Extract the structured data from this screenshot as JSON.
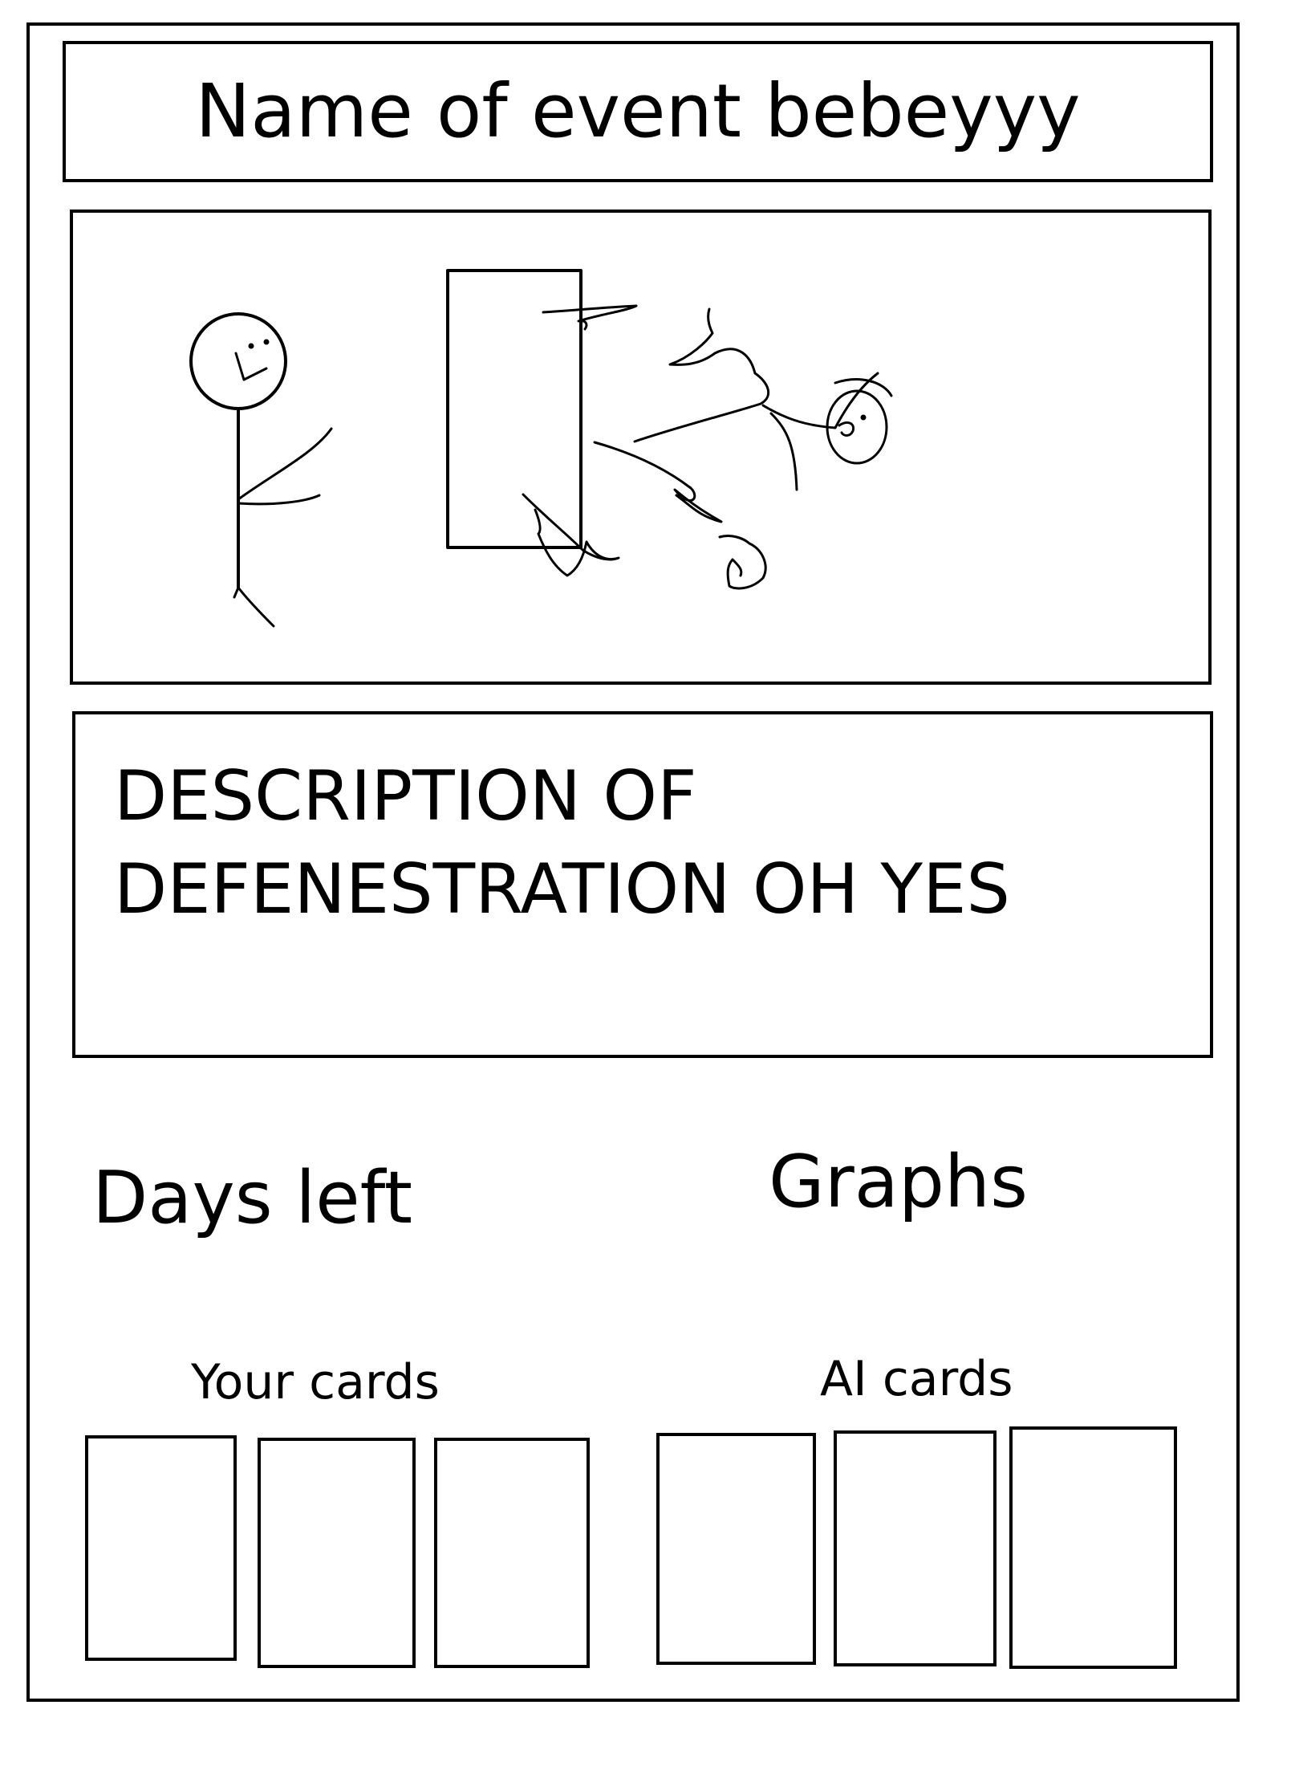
{
  "event": {
    "title": "Name of event bebeyyy"
  },
  "scene": {
    "kind": "hand-drawn sketch"
  },
  "description": {
    "text": "DESCRIPTION OF\nDEFENESTRATION OH YES"
  },
  "stats": {
    "days_left_label": "Days left",
    "graphs_label": "Graphs"
  },
  "hands": {
    "your_cards_label": "Your cards",
    "ai_cards_label": "AI cards",
    "your_cards_count": 3,
    "ai_cards_count": 3
  },
  "colors": {
    "ink": "#000000",
    "paper": "#ffffff"
  }
}
